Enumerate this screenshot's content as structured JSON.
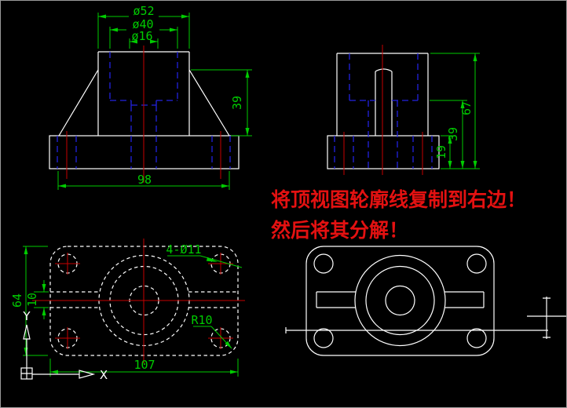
{
  "front_view": {
    "labels": {
      "dia52": "ø52",
      "dia40": "ø40",
      "dia16": "ø16",
      "height": "39",
      "width": "98"
    }
  },
  "side_view": {
    "labels": {
      "total_height": "67",
      "boss_height": "39",
      "flange_height": "19"
    }
  },
  "top_view": {
    "labels": {
      "width": "107",
      "depth": "64",
      "slot": "10",
      "holes": "4-Ø11",
      "corner_radius": "R10"
    }
  },
  "annotation": {
    "line1": "将顶视图轮廓线复制到右边！",
    "line2": "然后将其分解！"
  },
  "ucs_icon": {
    "x_label": "X",
    "y_label": "Y"
  },
  "colors": {
    "background": "#000000",
    "outline": "#ffffff",
    "hidden_line": "#2323e0",
    "center_line": "#c60000",
    "dimension": "#00cc00",
    "annotation_text": "#e31111"
  }
}
